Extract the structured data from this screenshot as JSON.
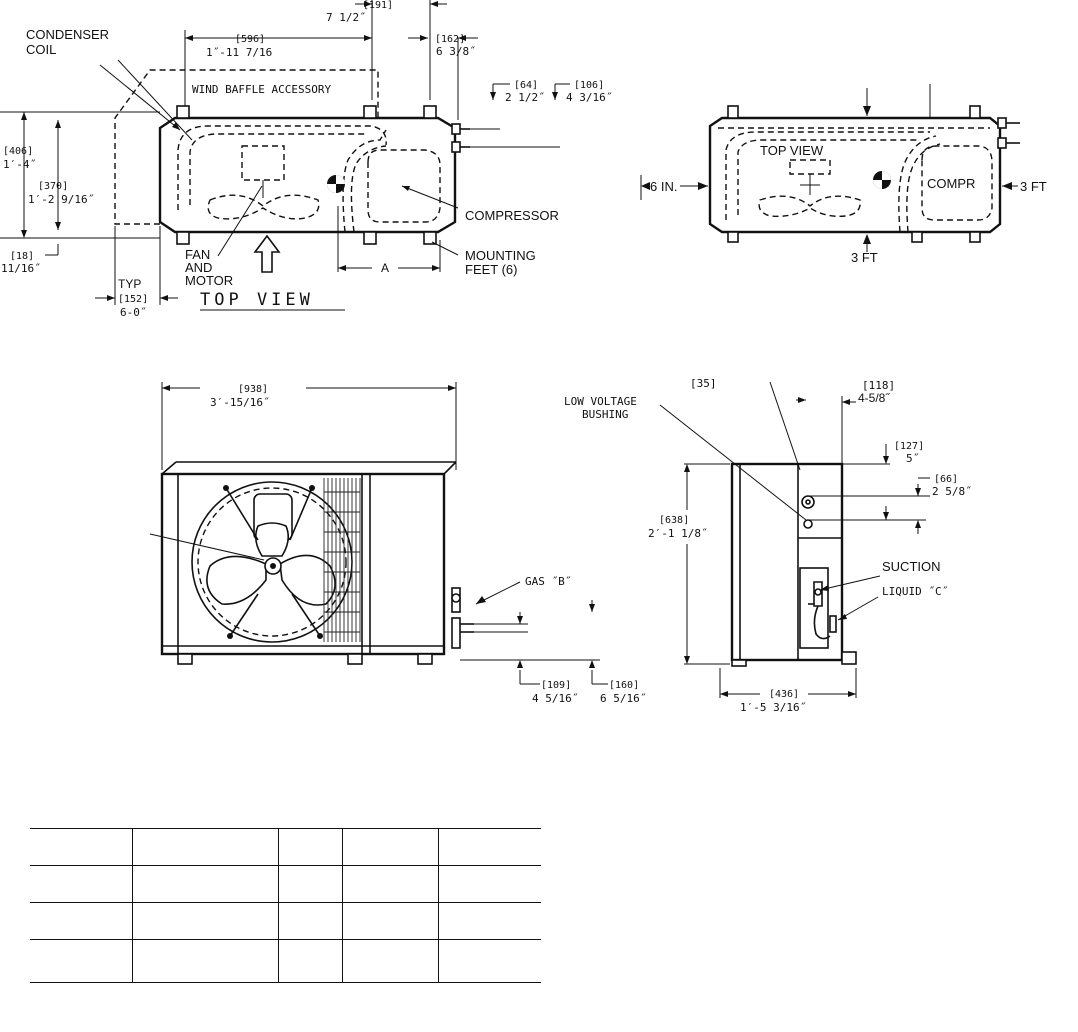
{
  "top_view": {
    "condenser_coil": [
      "CONDENSER",
      "COIL"
    ],
    "wind_baffle": "WIND BAFFLE ACCESSORY",
    "compressor": "COMPRESSOR",
    "mounting_feet": [
      "MOUNTING",
      "FEET (6)"
    ],
    "fan_motor": [
      "FAN",
      "AND",
      "MOTOR"
    ],
    "dim_a": "A",
    "typ": "TYP",
    "title": "TOP VIEW",
    "dims": {
      "d191": [
        "[191]",
        "7 1/2˝"
      ],
      "d596": [
        "[596]",
        "1˝-11 7/16"
      ],
      "d162": [
        "[162]",
        "6 3/8˝"
      ],
      "d64": [
        "[64]",
        "2 1/2˝"
      ],
      "d106": [
        "[106]",
        "4 3/16˝"
      ],
      "d406": [
        "[406]",
        "1′-4˝"
      ],
      "d370": [
        "[370]",
        "1′-2 9/16˝"
      ],
      "d18": [
        "[18]",
        "11/16˝"
      ],
      "d152": [
        "[152]",
        "6-0˝"
      ]
    }
  },
  "clearance_view": {
    "label": "TOP VIEW",
    "compr": "COMPR",
    "left": "6 IN.",
    "right": "3 FT",
    "bottom": "3 FT"
  },
  "front_view": {
    "width_dim": [
      "[938]",
      "3′-15/16˝"
    ],
    "gas": "GAS ˝B˝",
    "d109": [
      "[109]",
      "4 5/16˝"
    ],
    "d160": [
      "[160]",
      "6 5/16˝"
    ]
  },
  "side_view": {
    "d35": "[35]",
    "low_voltage": [
      "LOW VOLTAGE",
      "BUSHING"
    ],
    "d118": [
      "[118]",
      "4-5/8˝"
    ],
    "d127": [
      "[127]",
      "5˝"
    ],
    "d66": [
      "[66]",
      "2 5/8˝"
    ],
    "d638": [
      "[638]",
      "2′-1 1/8˝"
    ],
    "suction": "SUCTION",
    "liquid": "LIQUID ˝C˝",
    "d436": [
      "[436]",
      "1′-5 3/16˝"
    ]
  },
  "table": {
    "rows": 4,
    "cols": 5,
    "cells": []
  }
}
